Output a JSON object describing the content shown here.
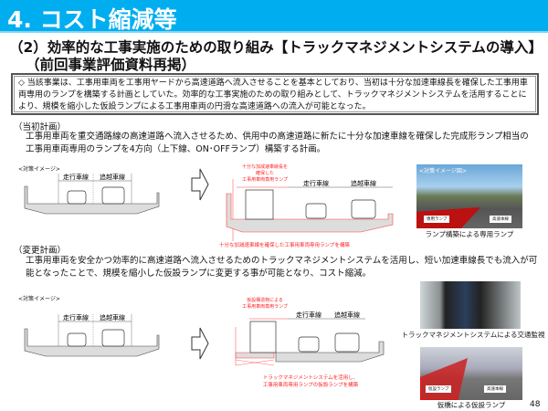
{
  "header": {
    "title": "4. コスト縮減等"
  },
  "subtitle": {
    "line1": "（2）効率的な工事実施のための取り組み【トラックマネジメントシステムの導入】",
    "line2": "（前回事業評価資料再掲）"
  },
  "summary": "◇ 当該事業は、工事用車両を工事用ヤードから高速道路へ流入させることを基本としており、当初は十分な加速車線長を確保した工事用車両専用のランプを構築する計画としていた。効率的な工事実施のための取り組みとして、トラックマネジメントシステムを活用することにより、規模を縮小した仮設ランプによる工事用車両の円滑な高速道路への流入が可能となった。",
  "initial": {
    "heading": "（当初計画）",
    "text": "工事用車両を重交通路線の高速道路へ流入させるため、供用中の高速道路に新たに十分な加速車線を確保した完成形ランプ相当の工事用車両専用のランプを4方向（上下線、ON･OFFランプ）構築する計画。",
    "image_label": "<対策イメージ>",
    "lane_travel": "走行車線",
    "lane_passing": "追越車線",
    "ramp_label": [
      "十分な加減速車線長を",
      "確保した",
      "工事用車両専用ランプ"
    ],
    "ramp_note": "十分な加減速車線を確保した工事用車両専用ランプを構築",
    "photo_title": "<対策イメージ図>",
    "photo_tag1": "専用ランプ",
    "photo_tag2": "高速本線",
    "photo_caption": "ランプ構築による専用ランプ"
  },
  "changed": {
    "heading": "（変更計画）",
    "text": "工事用車両を安全かつ効率的に高速道路へ流入させるためのトラックマネジメントシステムを活用し、短い加速車線長でも流入が可能となったことで、規模を縮小した仮設ランプに変更する事が可能となり、コスト縮減。",
    "image_label": "<対策イメージ>",
    "lane_travel": "走行車線",
    "lane_passing": "追越車線",
    "ramp_label": [
      "仮設構造物による",
      "工事用車両専用ランプ"
    ],
    "ramp_note": [
      "トラックマネジメントシステムを活用し、",
      "工事用車両専用ランプの仮設ランプを構築"
    ],
    "photo1_caption": "トラックマネジメントシステムによる交通監視",
    "photo2_tag1": "仮設ランプ",
    "photo2_tag2": "高速本線",
    "photo2_caption": "仮橋による仮設ランプ"
  },
  "page_number": "48"
}
